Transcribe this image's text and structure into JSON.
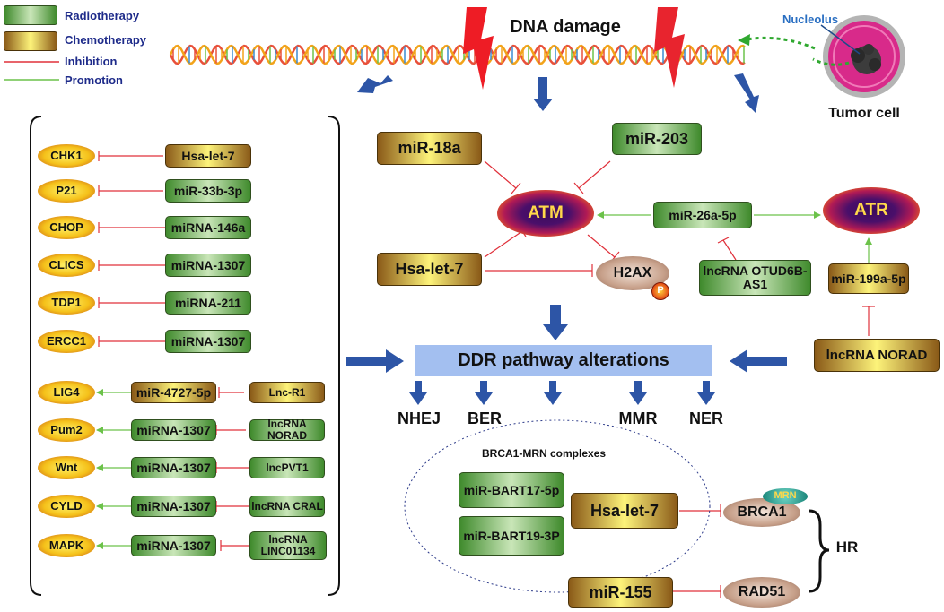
{
  "legend": {
    "radiotherapy": "Radiotherapy",
    "chemotherapy": "Chemotherapy",
    "inhibition": "Inhibition",
    "promotion": "Promotion"
  },
  "header": {
    "dna_damage": "DNA damage"
  },
  "cell": {
    "nucleolus": "Nucleolus",
    "tumor_cell": "Tumor cell"
  },
  "left_panel": {
    "rows": [
      {
        "target": "CHK1",
        "regulator": "Hsa-let-7",
        "regulator_type": "chemo",
        "relation": "inhibition"
      },
      {
        "target": "P21",
        "regulator": "miR-33b-3p",
        "regulator_type": "radio",
        "relation": "inhibition"
      },
      {
        "target": "CHOP",
        "regulator": "miRNA-146a",
        "regulator_type": "radio",
        "relation": "inhibition"
      },
      {
        "target": "CLICS",
        "regulator": "miRNA-1307",
        "regulator_type": "radio",
        "relation": "inhibition"
      },
      {
        "target": "TDP1",
        "regulator": "miRNA-211",
        "regulator_type": "radio",
        "relation": "inhibition"
      },
      {
        "target": "ERCC1",
        "regulator": "miRNA-1307",
        "regulator_type": "radio",
        "relation": "inhibition"
      },
      {
        "target": "LIG4",
        "regulator": "miR-4727-5p",
        "regulator_type": "chemo",
        "relation": "promotion",
        "lnc": "Lnc-R1",
        "lnc_type": "chemo"
      },
      {
        "target": "Pum2",
        "regulator": "miRNA-1307",
        "regulator_type": "radio",
        "relation": "promotion",
        "lnc": "lncRNA NORAD",
        "lnc_type": "radio"
      },
      {
        "target": "Wnt",
        "regulator": "miRNA-1307",
        "regulator_type": "radio",
        "relation": "promotion",
        "lnc": "lncPVT1",
        "lnc_type": "radio"
      },
      {
        "target": "CYLD",
        "regulator": "miRNA-1307",
        "regulator_type": "radio",
        "relation": "promotion",
        "lnc": "lncRNA CRAL",
        "lnc_type": "radio"
      },
      {
        "target": "MAPK",
        "regulator": "miRNA-1307",
        "regulator_type": "radio",
        "relation": "promotion",
        "lnc": "lncRNA LINC01134",
        "lnc_type": "radio"
      }
    ]
  },
  "center": {
    "mir18a": "miR-18a",
    "mir203": "miR-203",
    "atm": "ATM",
    "atr": "ATR",
    "mir26a": "miR-26a-5p",
    "hsa_let7": "Hsa-let-7",
    "h2ax": "H2AX",
    "phospho": "P",
    "lncrna_otud6b": "lncRNA OTUD6B-AS1",
    "mir199a": "miR-199a-5p",
    "lncrna_norad": "lncRNA NORAD",
    "ddr": "DDR pathway alterations",
    "pathways": [
      "NHEJ",
      "BER",
      "",
      "MMR",
      "NER"
    ]
  },
  "bottom": {
    "brca1_mrn": "BRCA1-MRN complexes",
    "bart17": "miR-BART17-5p",
    "bart19": "miR-BART19-3P",
    "hsa_let7": "Hsa-let-7",
    "brca1": "BRCA1",
    "mrn": "MRN",
    "hr": "HR",
    "mir155": "miR-155",
    "rad51": "RAD51"
  },
  "colors": {
    "inhibition": "#e0303a",
    "promotion": "#6cc24a",
    "arrow": "#2d55a6",
    "ddr_bar": "#a3bff0",
    "glow_text": "#ffd84a"
  }
}
